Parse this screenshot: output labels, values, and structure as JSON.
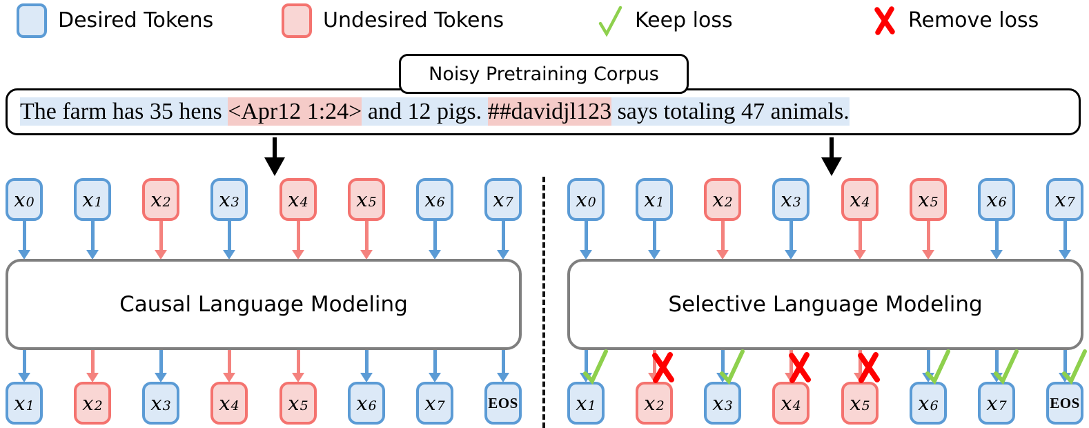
{
  "legend": {
    "desired_label": "Desired Tokens",
    "undesired_label": "Undesired Tokens",
    "keep_label": "Keep loss",
    "remove_label": "Remove loss"
  },
  "corpus": {
    "label": "Noisy Pretraining Corpus",
    "segments": [
      {
        "text": "The farm has 35 hens ",
        "type": "desired"
      },
      {
        "text": "<Apr12 1:24>",
        "type": "undesired"
      },
      {
        "text": " and 12 pigs. ",
        "type": "desired"
      },
      {
        "text": "##davidjl123",
        "type": "undesired"
      },
      {
        "text": " says totaling 47 animals.",
        "type": "desired"
      }
    ]
  },
  "panels": [
    {
      "id": "clm",
      "title": "Causal Language Modeling",
      "inputs": [
        {
          "base": "x",
          "sub": "0",
          "type": "desired"
        },
        {
          "base": "x",
          "sub": "1",
          "type": "desired"
        },
        {
          "base": "x",
          "sub": "2",
          "type": "undesired"
        },
        {
          "base": "x",
          "sub": "3",
          "type": "desired"
        },
        {
          "base": "x",
          "sub": "4",
          "type": "undesired"
        },
        {
          "base": "x",
          "sub": "5",
          "type": "undesired"
        },
        {
          "base": "x",
          "sub": "6",
          "type": "desired"
        },
        {
          "base": "x",
          "sub": "7",
          "type": "desired"
        }
      ],
      "outputs": [
        {
          "base": "x",
          "sub": "1",
          "type": "desired",
          "mark": null
        },
        {
          "base": "x",
          "sub": "2",
          "type": "undesired",
          "mark": null
        },
        {
          "base": "x",
          "sub": "3",
          "type": "desired",
          "mark": null
        },
        {
          "base": "x",
          "sub": "4",
          "type": "undesired",
          "mark": null
        },
        {
          "base": "x",
          "sub": "5",
          "type": "undesired",
          "mark": null
        },
        {
          "base": "x",
          "sub": "6",
          "type": "desired",
          "mark": null
        },
        {
          "base": "x",
          "sub": "7",
          "type": "desired",
          "mark": null
        },
        {
          "base": "EOS",
          "sub": "",
          "type": "desired",
          "mark": null
        }
      ]
    },
    {
      "id": "slm",
      "title": "Selective Language Modeling",
      "inputs": [
        {
          "base": "x",
          "sub": "0",
          "type": "desired"
        },
        {
          "base": "x",
          "sub": "1",
          "type": "desired"
        },
        {
          "base": "x",
          "sub": "2",
          "type": "undesired"
        },
        {
          "base": "x",
          "sub": "3",
          "type": "desired"
        },
        {
          "base": "x",
          "sub": "4",
          "type": "undesired"
        },
        {
          "base": "x",
          "sub": "5",
          "type": "undesired"
        },
        {
          "base": "x",
          "sub": "6",
          "type": "desired"
        },
        {
          "base": "x",
          "sub": "7",
          "type": "desired"
        }
      ],
      "outputs": [
        {
          "base": "x",
          "sub": "1",
          "type": "desired",
          "mark": "keep"
        },
        {
          "base": "x",
          "sub": "2",
          "type": "undesired",
          "mark": "remove"
        },
        {
          "base": "x",
          "sub": "3",
          "type": "desired",
          "mark": "keep"
        },
        {
          "base": "x",
          "sub": "4",
          "type": "undesired",
          "mark": "remove"
        },
        {
          "base": "x",
          "sub": "5",
          "type": "undesired",
          "mark": "remove"
        },
        {
          "base": "x",
          "sub": "6",
          "type": "desired",
          "mark": "keep"
        },
        {
          "base": "x",
          "sub": "7",
          "type": "desired",
          "mark": "keep"
        },
        {
          "base": "EOS",
          "sub": "",
          "type": "desired",
          "mark": "keep"
        }
      ]
    }
  ],
  "colors": {
    "desired_border": "#5b9bd5",
    "desired_fill": "#dce9f7",
    "undesired_border": "#f4736f",
    "undesired_fill": "#f9d6d4",
    "undesired_arrow": "#f4827e",
    "model_border": "#7f7f7f",
    "keep_mark": "#8ed04d",
    "remove_mark": "#fe0000",
    "highlight_desired": "#dce9f7",
    "highlight_undesired": "#f5cbc8"
  }
}
